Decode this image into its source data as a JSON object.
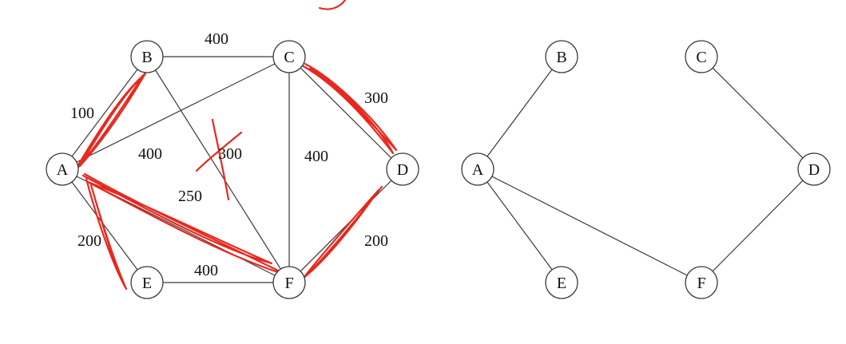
{
  "left_graph": {
    "nodes": [
      {
        "id": "A",
        "label": "A"
      },
      {
        "id": "B",
        "label": "B"
      },
      {
        "id": "C",
        "label": "C"
      },
      {
        "id": "D",
        "label": "D"
      },
      {
        "id": "E",
        "label": "E"
      },
      {
        "id": "F",
        "label": "F"
      }
    ],
    "edges": [
      {
        "from": "A",
        "to": "B",
        "weight": "100"
      },
      {
        "from": "B",
        "to": "C",
        "weight": "400"
      },
      {
        "from": "C",
        "to": "D",
        "weight": "300"
      },
      {
        "from": "A",
        "to": "C",
        "weight": "400"
      },
      {
        "from": "B",
        "to": "F",
        "weight": "300"
      },
      {
        "from": "C",
        "to": "F",
        "weight": "400"
      },
      {
        "from": "A",
        "to": "F",
        "weight": "250"
      },
      {
        "from": "A",
        "to": "E",
        "weight": "200"
      },
      {
        "from": "E",
        "to": "F",
        "weight": "400"
      },
      {
        "from": "D",
        "to": "F",
        "weight": "200"
      }
    ]
  },
  "right_graph": {
    "nodes": [
      {
        "id": "A",
        "label": "A"
      },
      {
        "id": "B",
        "label": "B"
      },
      {
        "id": "C",
        "label": "C"
      },
      {
        "id": "D",
        "label": "D"
      },
      {
        "id": "E",
        "label": "E"
      },
      {
        "id": "F",
        "label": "F"
      }
    ],
    "edges": [
      {
        "from": "A",
        "to": "B"
      },
      {
        "from": "A",
        "to": "E"
      },
      {
        "from": "A",
        "to": "F"
      },
      {
        "from": "C",
        "to": "D"
      },
      {
        "from": "D",
        "to": "F"
      }
    ]
  },
  "colors": {
    "edge": "#3a3a3a",
    "annotation_ink": "#e8281e"
  }
}
